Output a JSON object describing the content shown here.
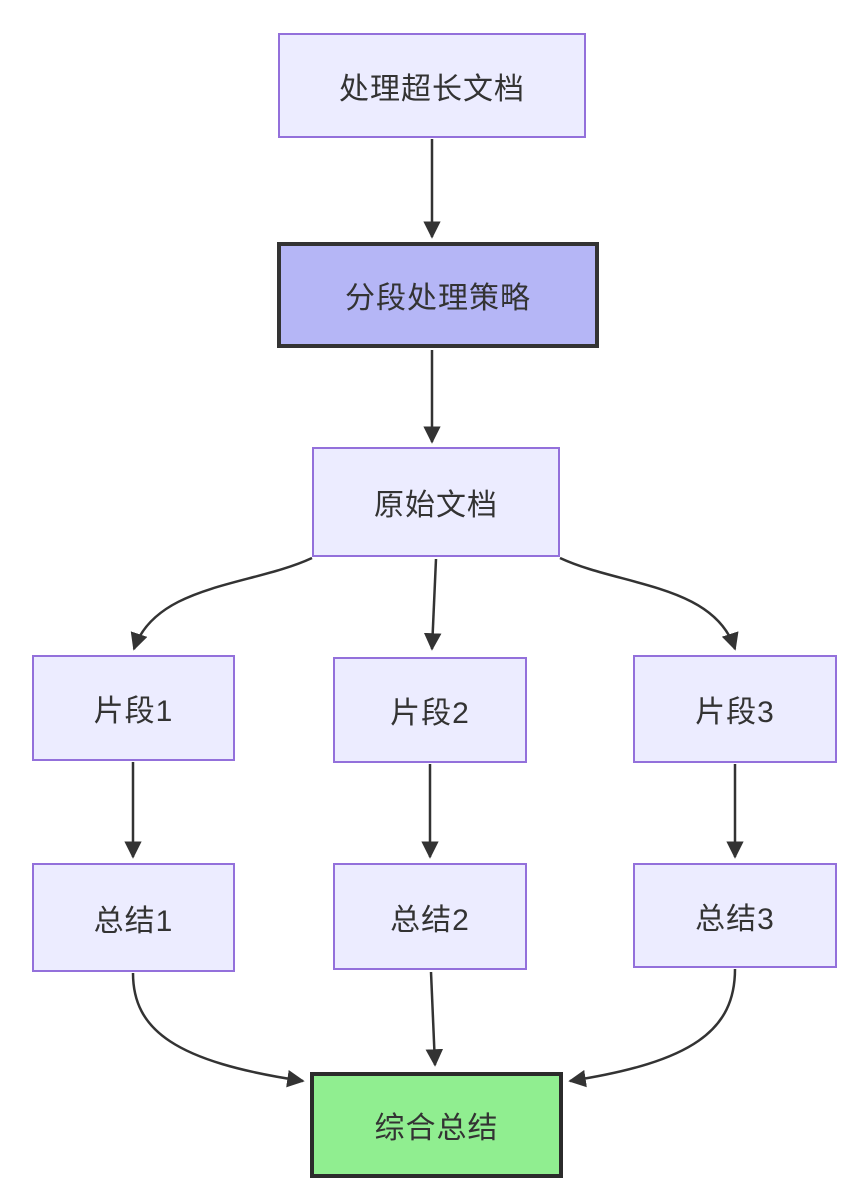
{
  "diagram": {
    "type": "flowchart",
    "direction": "top-down",
    "background": "#ffffff",
    "colors": {
      "node_fill": "#ECECFF",
      "node_border": "#9370DB",
      "strategy_fill": "#b5b6f6",
      "strategy_border": "#333333",
      "final_fill": "#90EE90",
      "final_border": "#2b2b2b",
      "edge": "#333333",
      "text": "#333333"
    },
    "nodes": [
      {
        "id": "process",
        "label": "处理超长文档",
        "style": "default"
      },
      {
        "id": "strategy",
        "label": "分段处理策略",
        "style": "highlight-purple"
      },
      {
        "id": "original",
        "label": "原始文档",
        "style": "default"
      },
      {
        "id": "frag1",
        "label": "片段1",
        "style": "default"
      },
      {
        "id": "frag2",
        "label": "片段2",
        "style": "default"
      },
      {
        "id": "frag3",
        "label": "片段3",
        "style": "default"
      },
      {
        "id": "sum1",
        "label": "总结1",
        "style": "default"
      },
      {
        "id": "sum2",
        "label": "总结2",
        "style": "default"
      },
      {
        "id": "sum3",
        "label": "总结3",
        "style": "default"
      },
      {
        "id": "final",
        "label": "综合总结",
        "style": "highlight-green"
      }
    ],
    "edges": [
      {
        "from": "处理超长文档",
        "to": "分段处理策略"
      },
      {
        "from": "分段处理策略",
        "to": "原始文档"
      },
      {
        "from": "原始文档",
        "to": "片段1"
      },
      {
        "from": "原始文档",
        "to": "片段2"
      },
      {
        "from": "原始文档",
        "to": "片段3"
      },
      {
        "from": "片段1",
        "to": "总结1"
      },
      {
        "from": "片段2",
        "to": "总结2"
      },
      {
        "from": "片段3",
        "to": "总结3"
      },
      {
        "from": "总结1",
        "to": "综合总结"
      },
      {
        "from": "总结2",
        "to": "综合总结"
      },
      {
        "from": "总结3",
        "to": "综合总结"
      }
    ]
  }
}
